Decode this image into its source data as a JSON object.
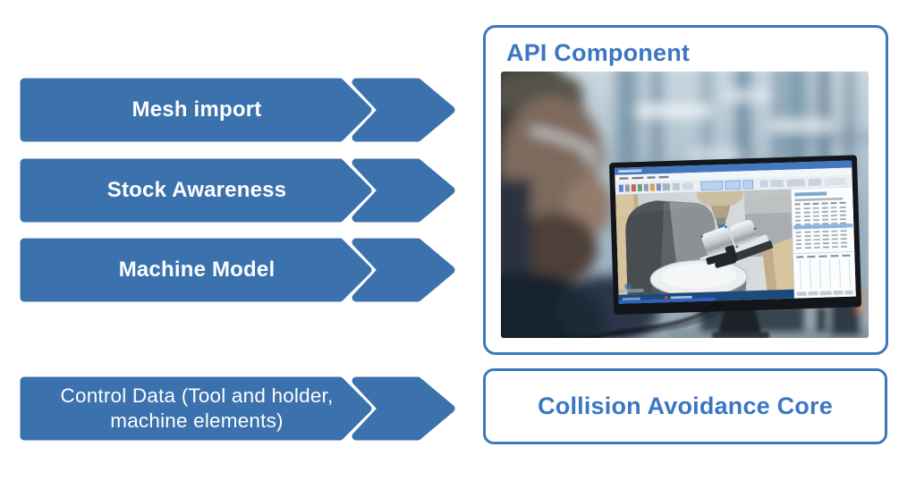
{
  "diagram": {
    "background_color": "#ffffff",
    "arrow_fill_color": "#3b72ae",
    "box_border_color": "#3e78bc",
    "heading_text_color": "#3b76c4",
    "arrow_label_color": "#fdfefe",
    "arrows": [
      {
        "label": "Mesh import"
      },
      {
        "label": "Stock Awareness"
      },
      {
        "label": "Machine Model"
      },
      {
        "label": "Control Data (Tool and holder, machine elements)",
        "line1": "Control Data (Tool and holder,",
        "line2": "machine elements)"
      }
    ],
    "boxes": [
      {
        "title": "API Component",
        "image": "photo-of-engineer-viewing-monitor-with-cnc-machine-collision-simulation-software"
      },
      {
        "title": "Collision Avoidance Core"
      }
    ]
  }
}
